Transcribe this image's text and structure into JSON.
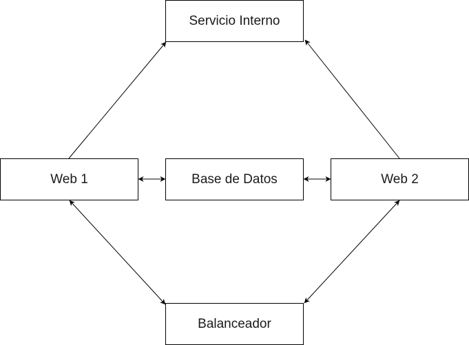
{
  "diagram": {
    "nodes": {
      "servicio": {
        "label": "Servicio Interno"
      },
      "web1": {
        "label": "Web 1"
      },
      "db": {
        "label": "Base de Datos"
      },
      "web2": {
        "label": "Web 2"
      },
      "balanceador": {
        "label": "Balanceador"
      }
    },
    "edges": [
      {
        "from": "web1",
        "to": "servicio",
        "direction": "forward"
      },
      {
        "from": "web2",
        "to": "servicio",
        "direction": "forward"
      },
      {
        "from": "web1",
        "to": "db",
        "direction": "both"
      },
      {
        "from": "db",
        "to": "web2",
        "direction": "both"
      },
      {
        "from": "web1",
        "to": "balanceador",
        "direction": "both"
      },
      {
        "from": "web2",
        "to": "balanceador",
        "direction": "both"
      }
    ]
  }
}
